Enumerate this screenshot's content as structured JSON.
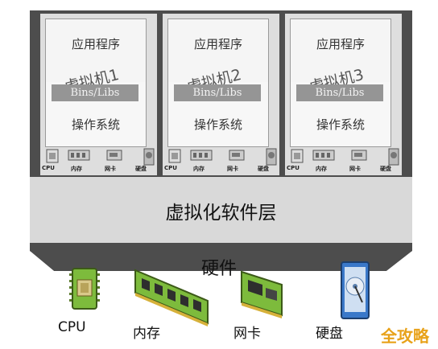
{
  "vms": [
    {
      "app_label": "应用程序",
      "vm_label": "虚拟机1",
      "bins_label": "Bins/Libs",
      "os_label": "操作系统"
    },
    {
      "app_label": "应用程序",
      "vm_label": "虚拟机2",
      "bins_label": "Bins/Libs",
      "os_label": "操作系统"
    },
    {
      "app_label": "应用程序",
      "vm_label": "虚拟机3",
      "bins_label": "Bins/Libs",
      "os_label": "操作系统"
    }
  ],
  "vm_hardware_labels": {
    "cpu": "CPU",
    "memory": "内存",
    "nic": "网卡",
    "disk": "硬盘"
  },
  "virtualization_layer_label": "虚拟化软件层",
  "hardware_layer_label": "硬件",
  "hardware": {
    "cpu": "CPU",
    "memory": "内存",
    "nic": "网卡",
    "disk": "硬盘"
  },
  "watermark": "全攻略",
  "colors": {
    "frame": "#4d4d4d",
    "vm_panel": "#dedede",
    "virt_layer": "#d9d9d9",
    "chip_green": "#7dbb3c",
    "disk_blue": "#3a78c9",
    "watermark": "#e8a21a"
  }
}
